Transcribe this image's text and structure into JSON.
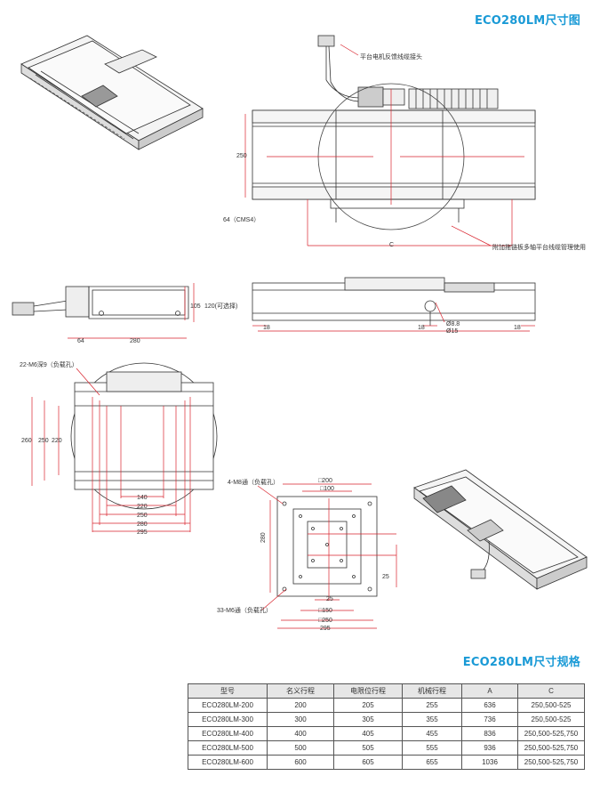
{
  "titles": {
    "drawing": "ECO280LM尺寸图",
    "spec": "ECO280LM尺寸规格"
  },
  "annotations": {
    "cable_joint": "平台电机反馈线缆接头",
    "cms4": "64（CMS4）",
    "cable_tray": "附加拖链板多轴平台线缆管理使用",
    "load_holes_m6_deep": "22-M6深9（负载孔）",
    "load_holes_m8": "4-M8通（负载孔）",
    "load_holes_m6": "33-M6通（负载孔）",
    "optional_120": "120(可选择)",
    "dia_8_8": "Ø8.8",
    "dia_15": "Ø15"
  },
  "dims": {
    "d250": "250",
    "d64": "64",
    "dC": "C",
    "d105": "105",
    "d280": "280",
    "d18": "18",
    "d260": "260",
    "d220": "220",
    "d140": "140",
    "d295": "295",
    "d200": "□200",
    "d100": "□100",
    "d25": "25",
    "d150": "□150",
    "d250b": "□250"
  },
  "table": {
    "headers": [
      "型号",
      "名义行程",
      "电限位行程",
      "机械行程",
      "A",
      "C"
    ],
    "rows": [
      [
        "ECO280LM-200",
        "200",
        "205",
        "255",
        "636",
        "250,500-525"
      ],
      [
        "ECO280LM-300",
        "300",
        "305",
        "355",
        "736",
        "250,500-525"
      ],
      [
        "ECO280LM-400",
        "400",
        "405",
        "455",
        "836",
        "250,500-525,750"
      ],
      [
        "ECO280LM-500",
        "500",
        "505",
        "555",
        "936",
        "250,500-525,750"
      ],
      [
        "ECO280LM-600",
        "600",
        "605",
        "655",
        "1036",
        "250,500-525,750"
      ]
    ]
  },
  "colors": {
    "accent": "#1a9ad6",
    "dimension_red": "#d9232d"
  }
}
